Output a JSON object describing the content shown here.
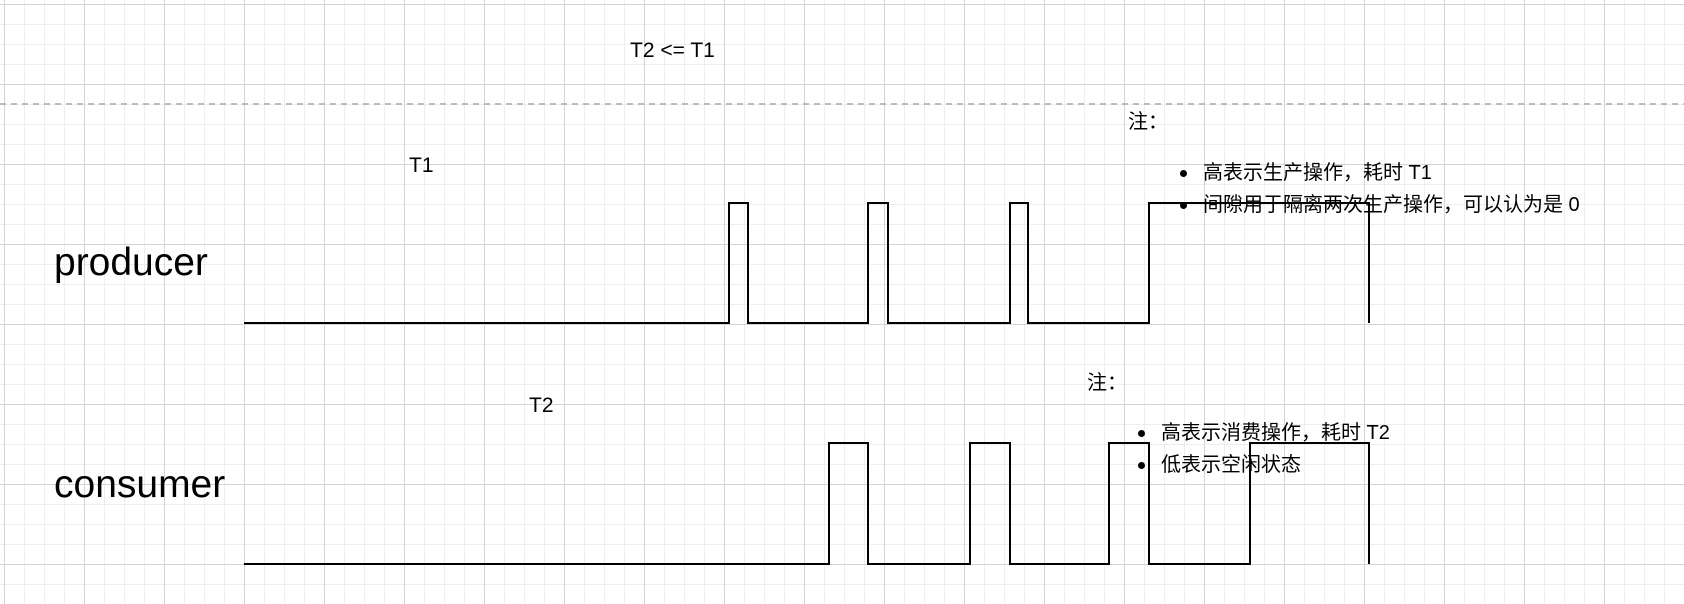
{
  "diagram": {
    "condition": "T2 <= T1",
    "producer": {
      "label": "producer",
      "pulse_label": "T1",
      "waveform": [
        [
          0,
          0
        ],
        [
          364,
          0
        ],
        [
          485,
          1
        ],
        [
          504,
          0
        ],
        [
          624,
          1
        ],
        [
          644,
          0
        ],
        [
          766,
          1
        ],
        [
          784,
          0
        ],
        [
          905,
          1
        ],
        [
          1125,
          0
        ]
      ]
    },
    "consumer": {
      "label": "consumer",
      "pulse_label": "T2",
      "waveform": [
        [
          0,
          0
        ],
        [
          485,
          0
        ],
        [
          585,
          1
        ],
        [
          624,
          0
        ],
        [
          726,
          1
        ],
        [
          766,
          0
        ],
        [
          865,
          1
        ],
        [
          905,
          0
        ],
        [
          1006,
          1
        ],
        [
          1125,
          0
        ]
      ]
    }
  },
  "notes": {
    "producer": {
      "title": "注：",
      "items": [
        "高表示生产操作，耗时 T1",
        "间隙用于隔离两次生产操作，可以认为是 0"
      ]
    },
    "consumer": {
      "title": "注：",
      "items": [
        "高表示消费操作，耗时 T2",
        "低表示空闲状态"
      ]
    }
  }
}
